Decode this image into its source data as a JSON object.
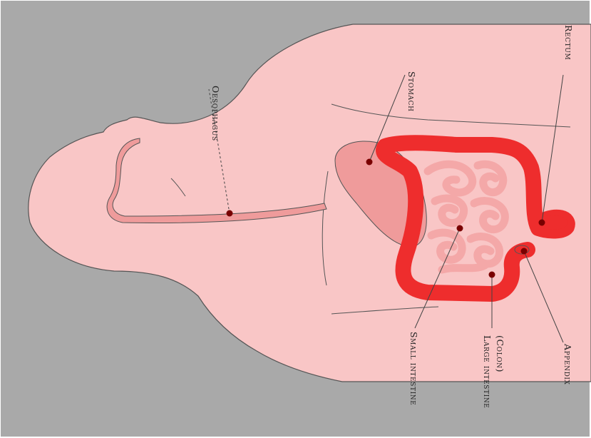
{
  "colors": {
    "background": "#a9a9a9",
    "body": "#f9c6c6",
    "body_outline": "#555555",
    "stomach": "#ef9b9b",
    "large_intestine": "#ee2d2d",
    "small_intestine": "#f4a8a8",
    "leader_line": "#444444",
    "marker": "#7a0000"
  },
  "labels": {
    "oesophagus": "Oesophagus",
    "stomach": "Stomach",
    "rectum": "Rectum",
    "small_intestine": "Small intestine",
    "large_intestine_line1": "Large intestine",
    "large_intestine_line2": "(Colon)",
    "appendix": "Appendix"
  }
}
